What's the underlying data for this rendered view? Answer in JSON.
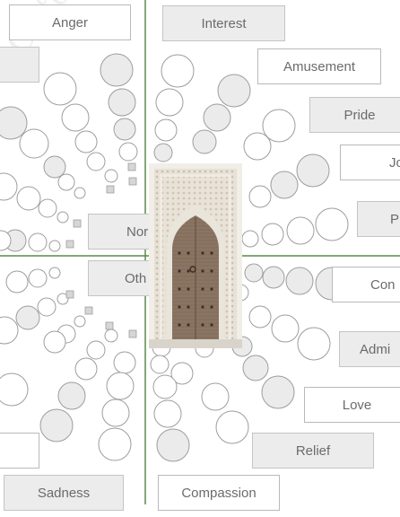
{
  "watermark": "Oxford University",
  "labels": {
    "anger": "Anger",
    "interest": "Interest",
    "amusement": "Amusement",
    "pride": "Pride",
    "joy_partial": "Jo",
    "pleasure_partial": "Pl",
    "none_partial": "Nor",
    "other_partial": "Oth",
    "contentment_partial": "Con",
    "admiration_partial": "Admi",
    "love": "Love",
    "relief": "Relief",
    "sadness": "Sadness",
    "compassion": "Compassion"
  },
  "colors": {
    "axis": "#5a8a4a",
    "circle_fill_white": "#ffffff",
    "circle_fill_gray": "#ebebeb",
    "circle_stroke": "#9d9d9d"
  },
  "image": {
    "subject": "ornate carved wooden door in a white stone arch"
  }
}
